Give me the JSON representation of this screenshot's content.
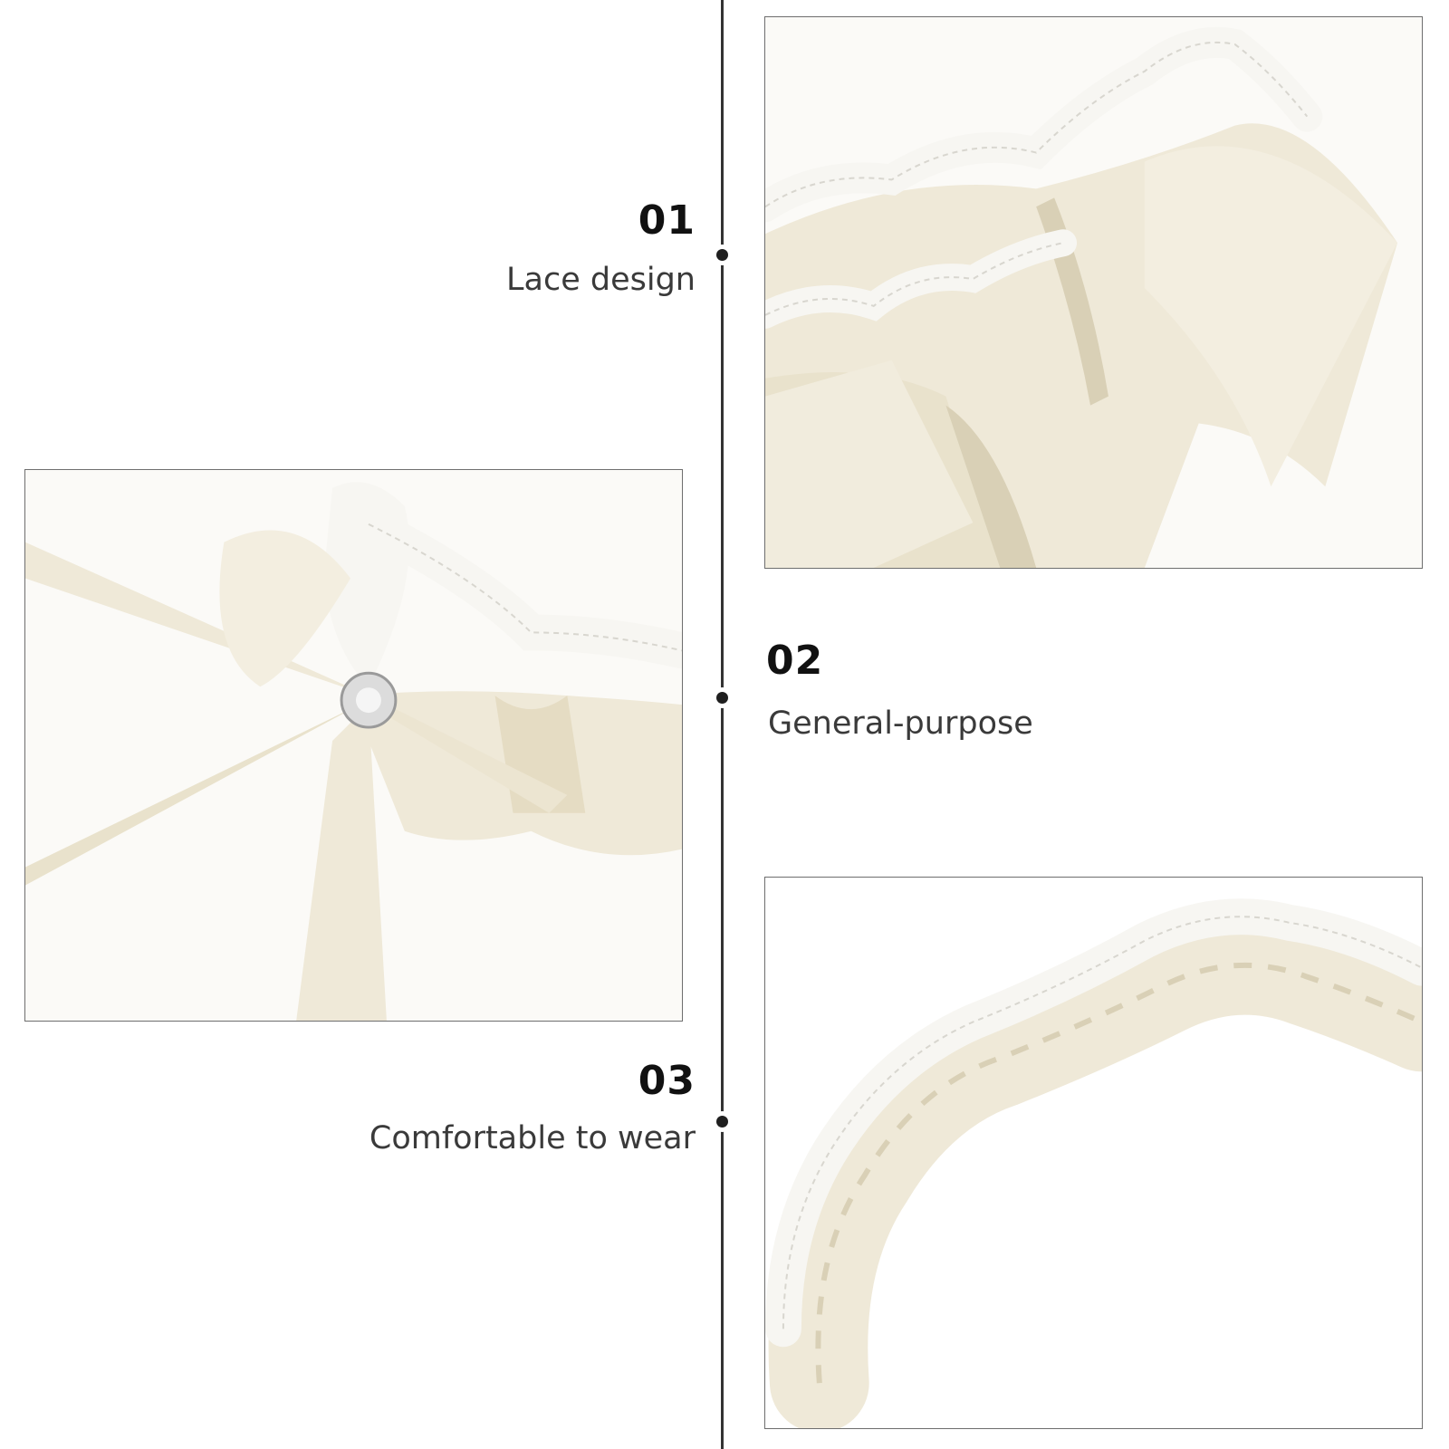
{
  "features": [
    {
      "number": "01",
      "label": "Lace design"
    },
    {
      "number": "02",
      "label": "General-purpose"
    },
    {
      "number": "03",
      "label": "Comfortable to wear"
    }
  ],
  "colors": {
    "timeline": "#333333",
    "satin": "#efe9d8",
    "satin_shadow": "#d9d0b6",
    "lace": "#f7f6f2",
    "frame": "#6e6e6e"
  },
  "images": [
    {
      "subject": "lace-ruffle-closeup-photo"
    },
    {
      "subject": "bow-with-rhinestone-photo"
    },
    {
      "subject": "ruffled-garter-band-photo"
    }
  ]
}
